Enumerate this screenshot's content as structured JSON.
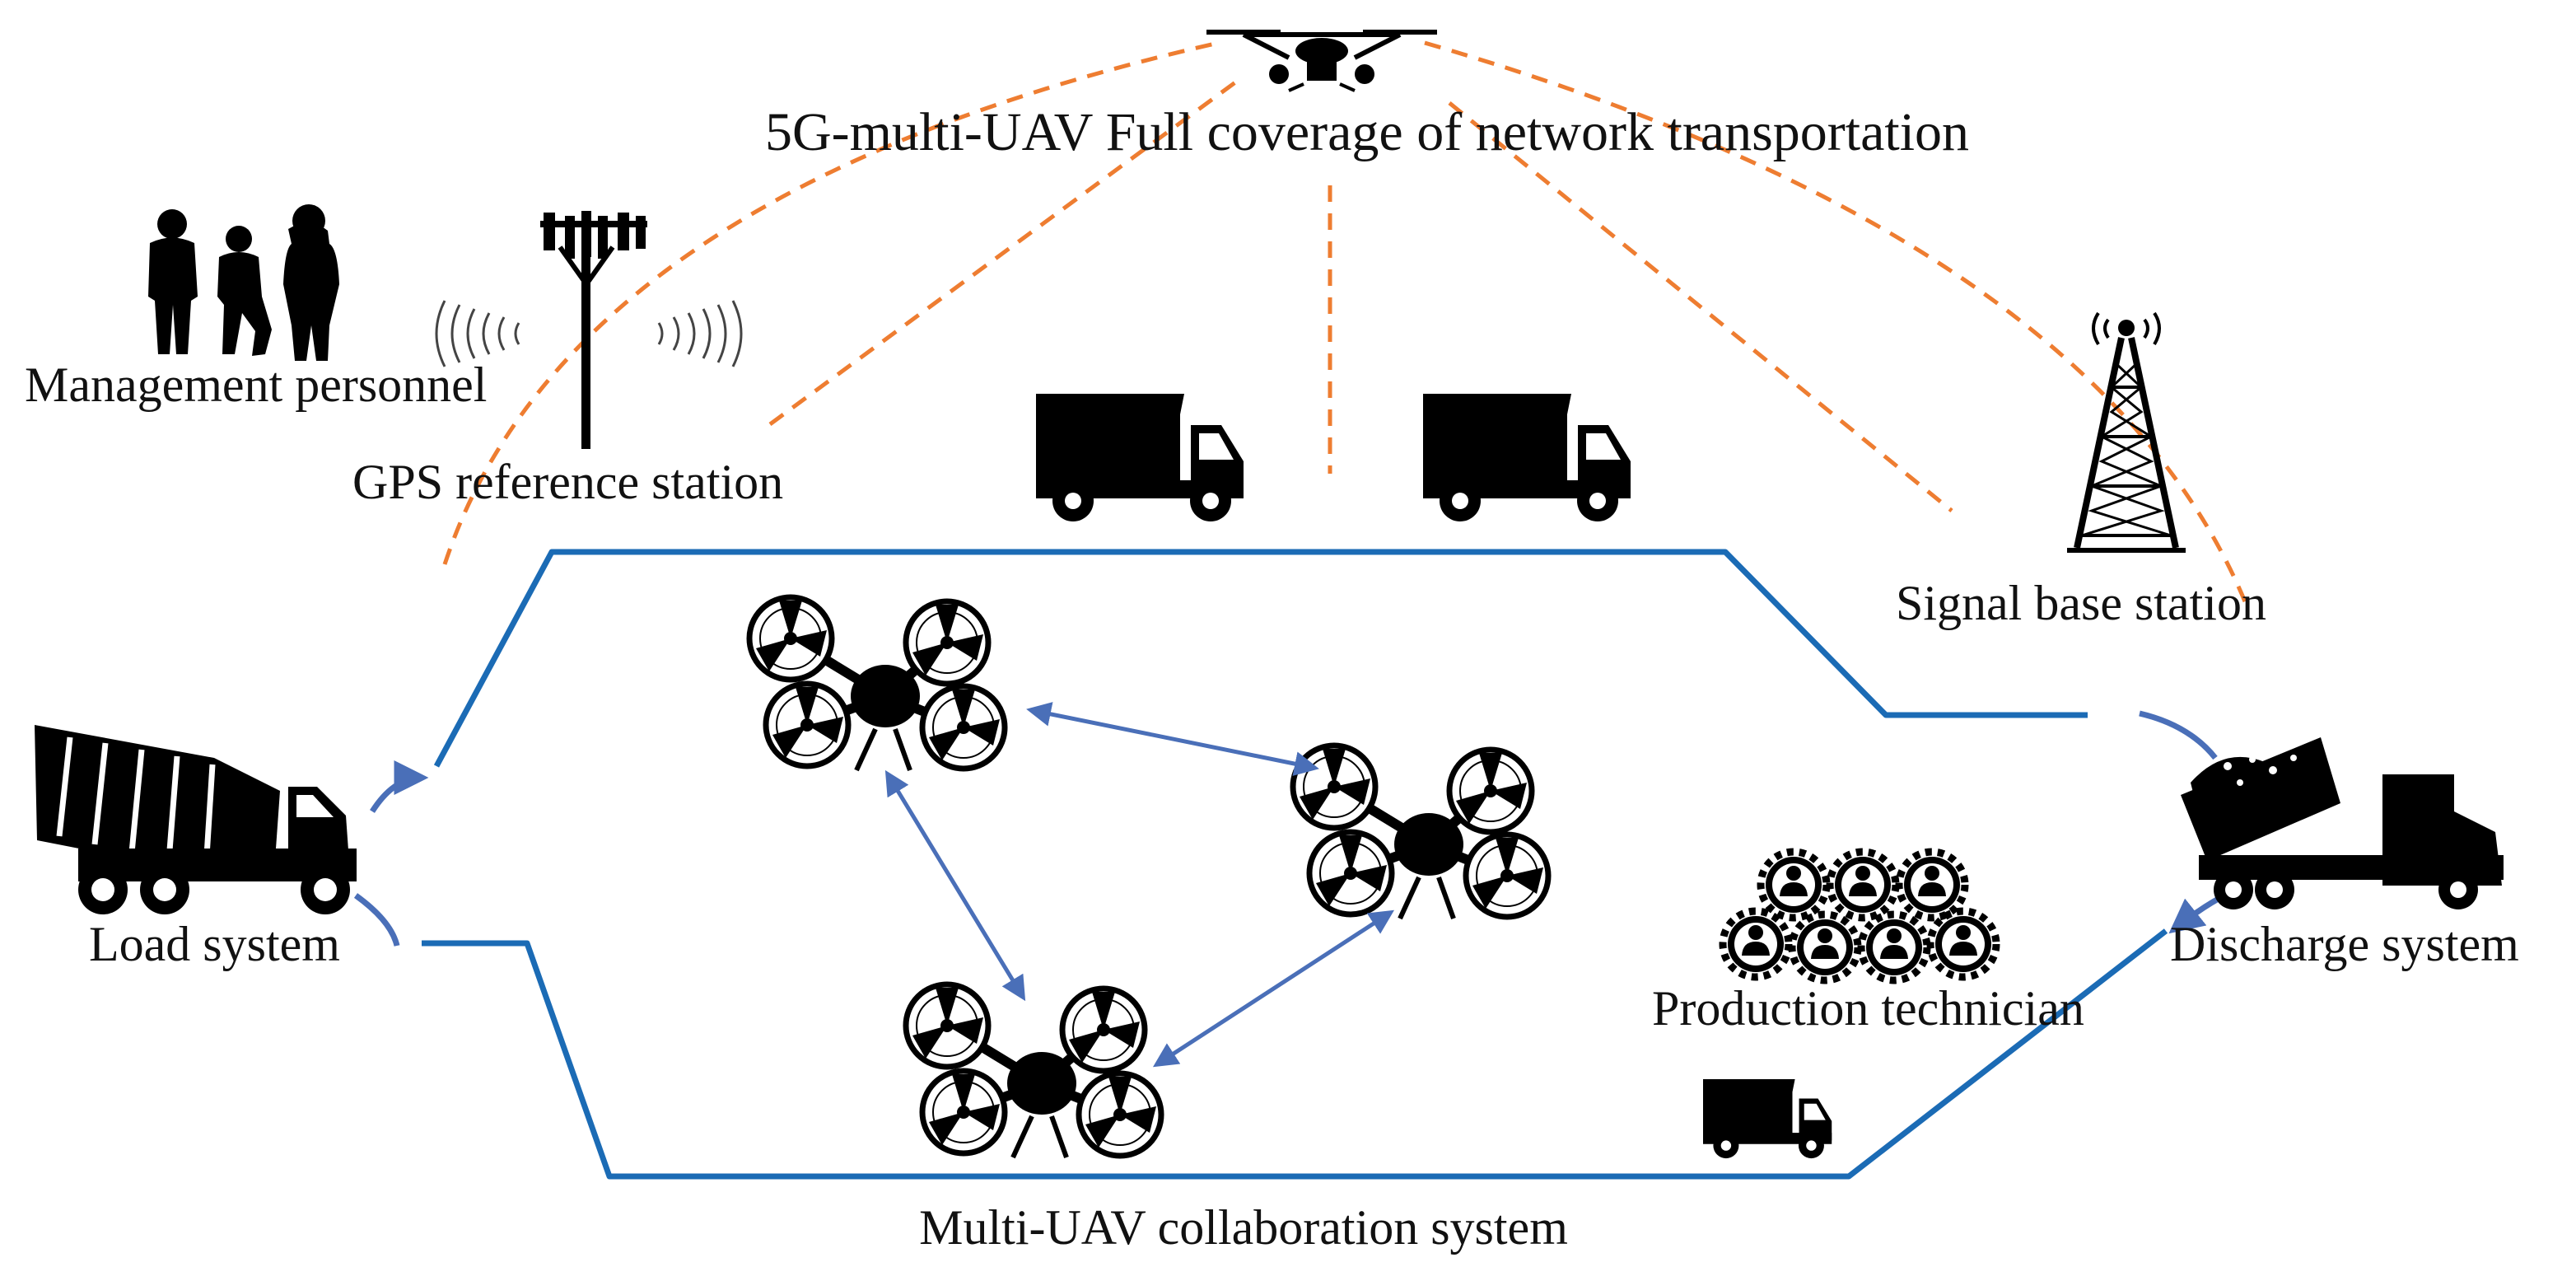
{
  "title": "5G-multi-UAV Full coverage of network transportation",
  "labels": {
    "management": "Management personnel",
    "gps": "GPS reference station",
    "signal": "Signal base station",
    "load": "Load system",
    "discharge": "Discharge system",
    "technician": "Production technician",
    "collaboration": "Multi-UAV collaboration system"
  },
  "colors": {
    "route": "#1b6bb5",
    "link": "#4a6fb8",
    "coverage": "#ee7d31",
    "icon": "#000000"
  }
}
